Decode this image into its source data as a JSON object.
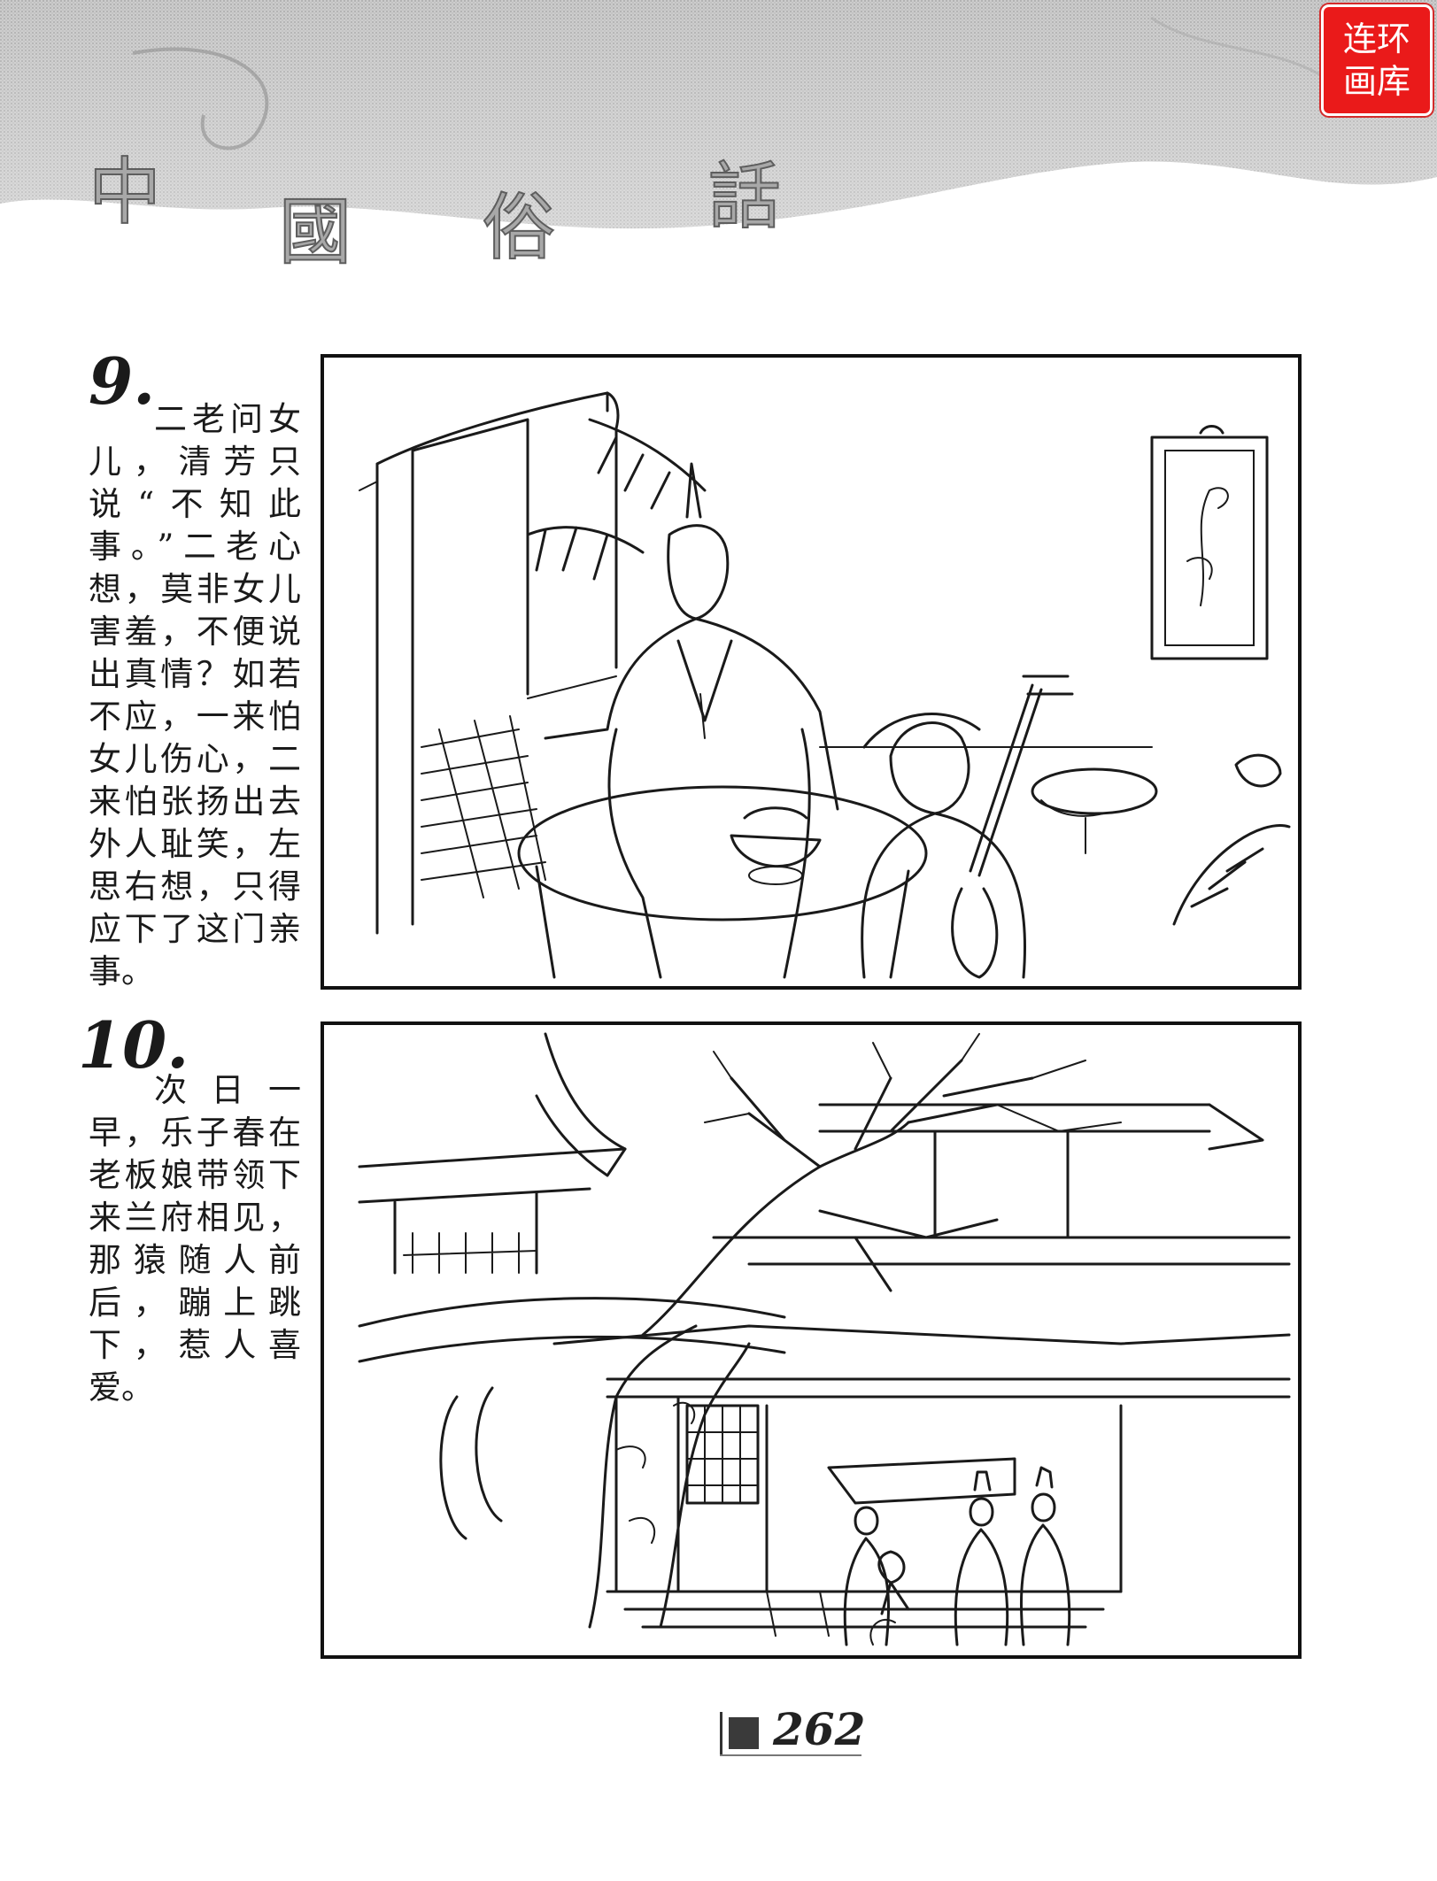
{
  "header": {
    "title_chars": [
      "中",
      "國",
      "俗",
      "話"
    ]
  },
  "logo": {
    "line1": "连环",
    "line2": "画库",
    "color": "#ea1a1a"
  },
  "panels": [
    {
      "number": "9.",
      "text": "二老问女儿，清芳只说“不知此事。”二老心想，莫非女儿害羞，不便说出真情？如若不应，一来怕女儿伤心，二来怕张扬出去外人耻笑，左思右想，只得应下了这门亲事。"
    },
    {
      "number": "10.",
      "text": "次日一早，乐子春在老板娘带领下来兰府相见，那猿随人前后，蹦上跳下，惹人喜爱。"
    }
  ],
  "page_number": "262"
}
